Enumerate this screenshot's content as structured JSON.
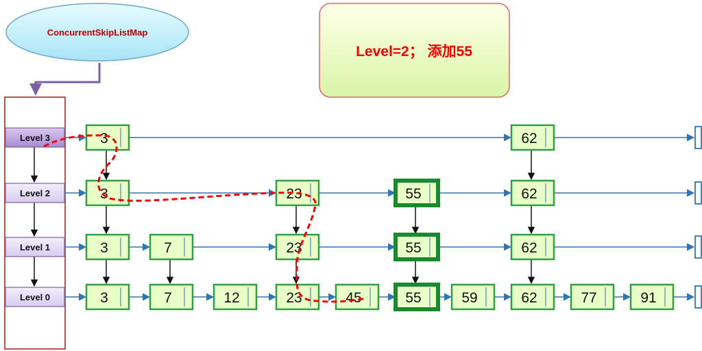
{
  "map_label": "ConcurrentSkipListMap",
  "title": "Level=2； 添加55",
  "levels": [
    "Level 3",
    "Level 2",
    "Level 1",
    "Level 0"
  ],
  "rows": [
    [
      {
        "v": "3"
      },
      {
        "v": "62"
      }
    ],
    [
      {
        "v": "3"
      },
      {
        "v": "23"
      },
      {
        "v": "55",
        "new": true
      },
      {
        "v": "62"
      }
    ],
    [
      {
        "v": "3"
      },
      {
        "v": "7"
      },
      {
        "v": "23"
      },
      {
        "v": "55",
        "new": true
      },
      {
        "v": "62"
      }
    ],
    [
      {
        "v": "3"
      },
      {
        "v": "7"
      },
      {
        "v": "12"
      },
      {
        "v": "23"
      },
      {
        "v": "45"
      },
      {
        "v": "55",
        "new": true
      },
      {
        "v": "59"
      },
      {
        "v": "62"
      },
      {
        "v": "77"
      },
      {
        "v": "91"
      }
    ]
  ],
  "colors": {
    "arrow": "#2e75b6",
    "node_border": "#2ea043",
    "node_fill": "#e8ffc8",
    "new_node_border": "#1b8a2e",
    "search_path": "#ff0000",
    "level_box": "#e7dcf3",
    "level_box_border": "#7a5fa3",
    "container_border": "#c0504d",
    "map_ellipse": "#bfeefb",
    "title_box_border": "#e06666"
  }
}
